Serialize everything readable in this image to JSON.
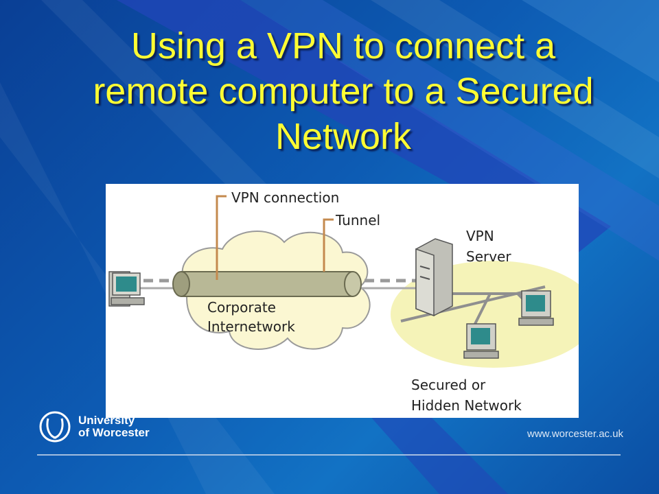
{
  "slide": {
    "title_lines": [
      "Using a VPN to connect a",
      "remote computer to a Secured",
      "Network"
    ]
  },
  "diagram": {
    "vpn_connection_label": "VPN connection",
    "tunnel_label": "Tunnel",
    "vpn_server_label": [
      "VPN",
      "Server"
    ],
    "cloud_label": [
      "Corporate",
      "Internetwork"
    ],
    "network_label": [
      "Secured or",
      "Hidden Network"
    ]
  },
  "footer": {
    "logo_text": [
      "University",
      "of Worcester"
    ],
    "url": "www.worcester.ac.uk"
  },
  "colors": {
    "title": "#ffff33",
    "tunnel": "#b8b896",
    "network_ellipse": "#f5f3b8",
    "cloud": "#fbf7d2",
    "connector": "#c48a4e"
  }
}
